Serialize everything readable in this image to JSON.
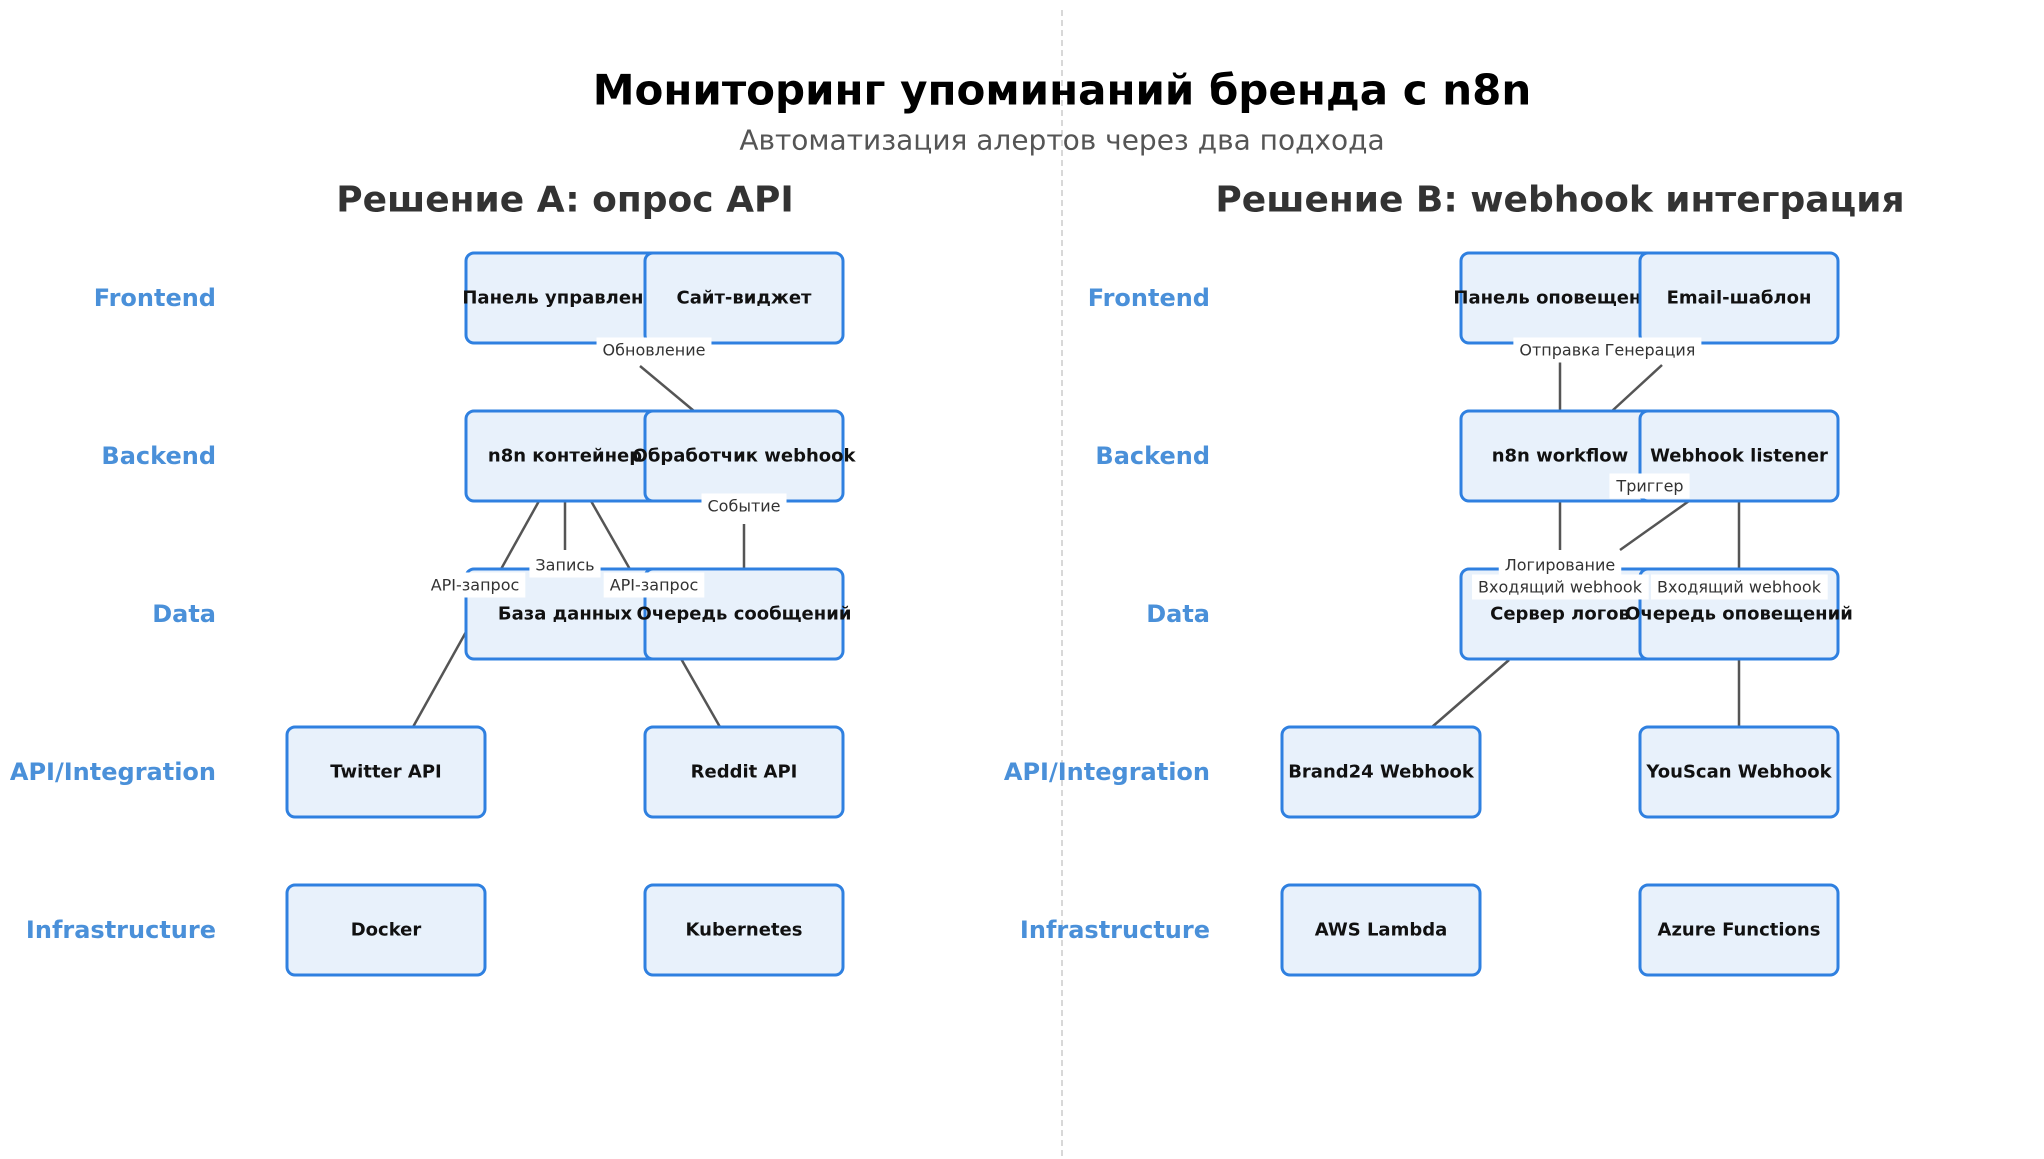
{
  "title": "Мониторинг упоминаний бренда с n8n",
  "subtitle": "Автоматизация алертов через два подхода",
  "layers": [
    "Frontend",
    "Backend",
    "Data",
    "API/Integration",
    "Infrastructure"
  ],
  "panels": [
    {
      "title": "Решение A: опрос API",
      "nodes": {
        "dashboard": "Панель управления",
        "widget": "Сайт-виджет",
        "container": "n8n контейнер",
        "webhook_handler": "Обработчик webhook",
        "database": "База данных",
        "queue": "Очередь сообщений",
        "twitter": "Twitter API",
        "reddit": "Reddit API",
        "docker": "Docker",
        "kubernetes": "Kubernetes"
      },
      "edges": [
        {
          "from": "webhook_handler",
          "to": "dashboard",
          "label": "Обновление"
        },
        {
          "from": "container",
          "to": "database",
          "label": "Запись"
        },
        {
          "from": "container",
          "to": "twitter",
          "label": "API-запрос"
        },
        {
          "from": "container",
          "to": "reddit",
          "label": "API-запрос"
        },
        {
          "from": "webhook_handler",
          "to": "queue",
          "label": "Событие"
        }
      ]
    },
    {
      "title": "Решение B: webhook интеграция",
      "nodes": {
        "alert_panel": "Панель оповещений",
        "email": "Email-шаблон",
        "workflow": "n8n workflow",
        "listener": "Webhook listener",
        "log_server": "Сервер логов",
        "alert_queue": "Очередь оповещений",
        "brand24": "Brand24 Webhook",
        "youscan": "YouScan Webhook",
        "lambda": "AWS Lambda",
        "azure": "Azure Functions"
      },
      "edges": [
        {
          "from": "workflow",
          "to": "alert_panel",
          "label": "Отправка"
        },
        {
          "from": "workflow",
          "to": "email",
          "label": "Генерация"
        },
        {
          "from": "workflow",
          "to": "log_server",
          "label": "Логирование"
        },
        {
          "from": "workflow",
          "to": "brand24",
          "label": "Входящий webhook"
        },
        {
          "from": "listener",
          "to": "youscan",
          "label": "Входящий webhook"
        },
        {
          "from": "listener",
          "to": "workflow",
          "label": "Триггер"
        }
      ]
    }
  ]
}
